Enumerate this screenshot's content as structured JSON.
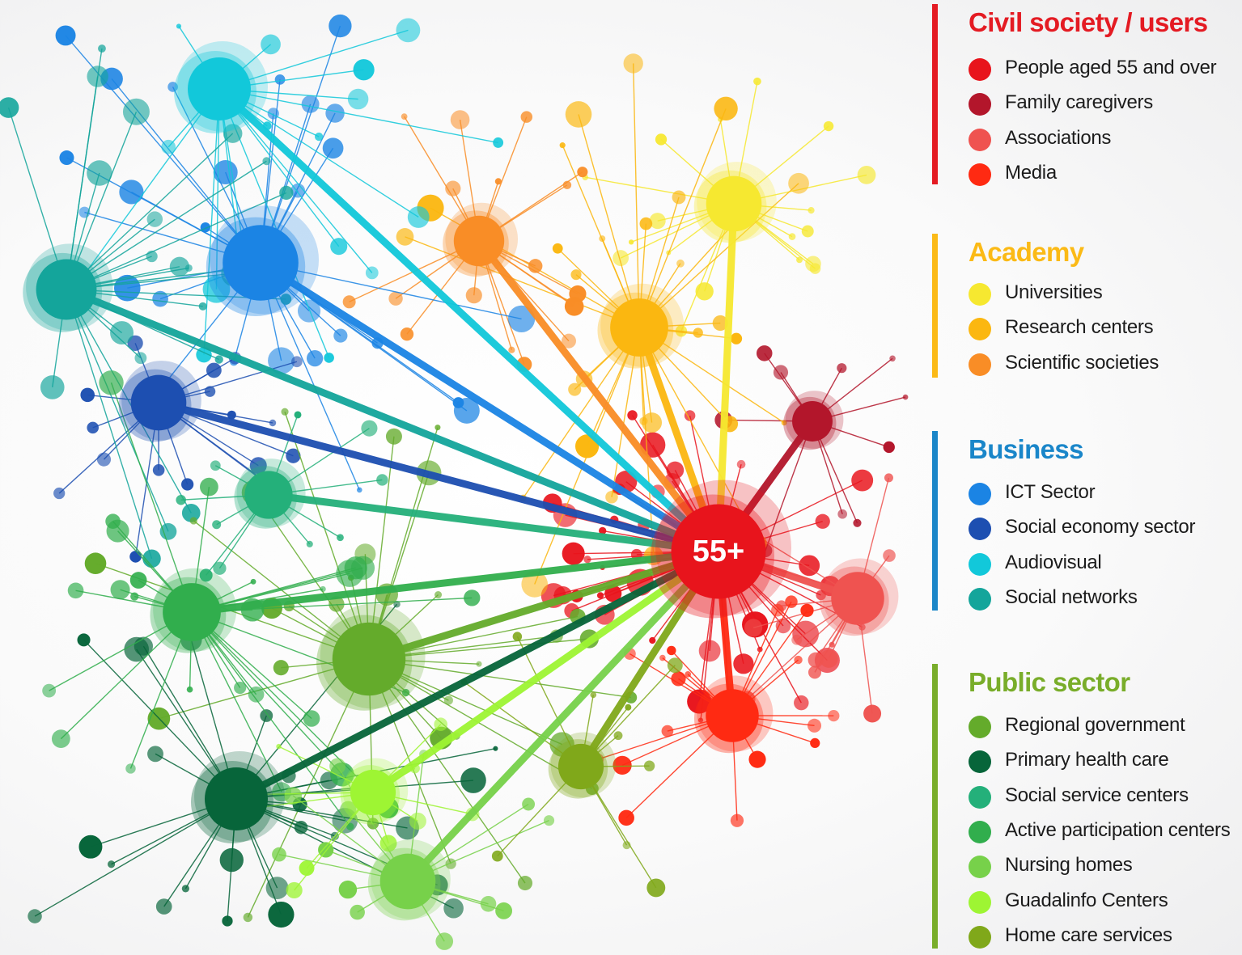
{
  "center_label": "55+",
  "groups": [
    {
      "title": "Civil society / users",
      "color": "#e41b23",
      "items": [
        {
          "label": "People aged 55 and over",
          "color": "#e8141c"
        },
        {
          "label": "Family caregivers",
          "color": "#b3162b"
        },
        {
          "label": "Associations",
          "color": "#ef5350"
        },
        {
          "label": "Media",
          "color": "#ff2a12"
        }
      ]
    },
    {
      "title": "Academy",
      "color": "#fbba16",
      "items": [
        {
          "label": "Universities",
          "color": "#f6e830"
        },
        {
          "label": "Research centers",
          "color": "#fbb710"
        },
        {
          "label": "Scientific societies",
          "color": "#f98d26"
        }
      ]
    },
    {
      "title": "Business",
      "color": "#1a86c9",
      "items": [
        {
          "label": "ICT Sector",
          "color": "#1b84e4"
        },
        {
          "label": "Social economy sector",
          "color": "#1d4fb1"
        },
        {
          "label": "Audiovisual",
          "color": "#12c8da"
        },
        {
          "label": "Social networks",
          "color": "#14a59b"
        }
      ]
    },
    {
      "title": "Public sector",
      "color": "#79ad2a",
      "items": [
        {
          "label": "Regional government",
          "color": "#64ab2b"
        },
        {
          "label": "Primary health care",
          "color": "#07653a"
        },
        {
          "label": "Social service centers",
          "color": "#24b07a"
        },
        {
          "label": "Active participation centers",
          "color": "#31ae4d"
        },
        {
          "label": "Nursing homes",
          "color": "#77d14a"
        },
        {
          "label": "Guadalinfo Centers",
          "color": "#9ef533"
        },
        {
          "label": "Home care services",
          "color": "#80a81a"
        }
      ]
    }
  ]
}
